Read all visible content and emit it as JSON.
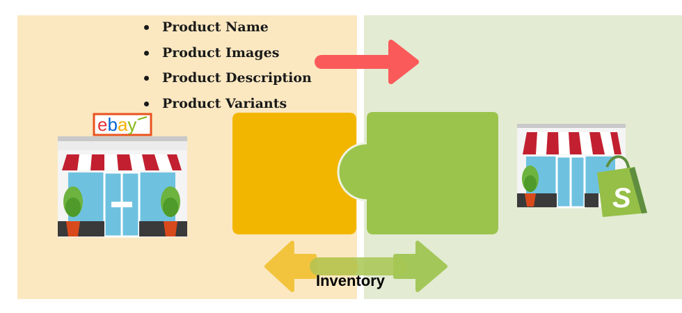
{
  "bullets": [
    {
      "label": "Product Name"
    },
    {
      "label": "Product Images"
    },
    {
      "label": "Product Description"
    },
    {
      "label": "Product Variants"
    }
  ],
  "inventory_label": "Inventory",
  "ebay_logo": {
    "letters": [
      "e",
      "b",
      "a",
      "y"
    ],
    "colors": [
      "#e53238",
      "#0064d2",
      "#f5af02",
      "#86b817"
    ]
  },
  "shopify_logo": {
    "letter": "S"
  },
  "colors": {
    "left_panel": "#fbe8c1",
    "right_panel": "#e3ebd2",
    "puzzle_left": "#f2b600",
    "puzzle_right": "#9bc44d",
    "sync_arrow": "#fa5a5a",
    "awning_red": "#c22030",
    "window_blue": "#6ec2e0"
  }
}
